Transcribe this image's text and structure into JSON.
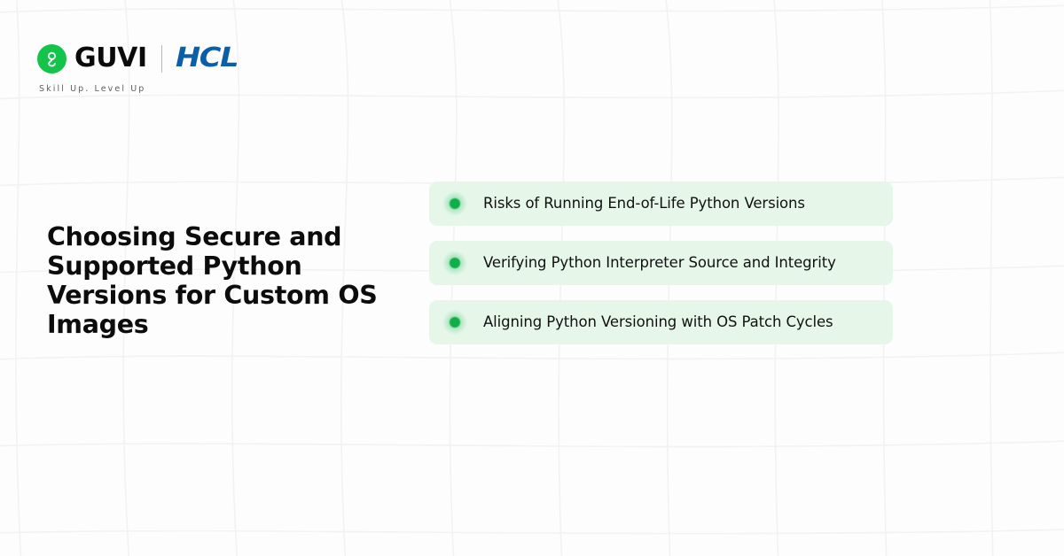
{
  "brand": {
    "guvi_logo_icon": "guvi-g-mark-icon",
    "guvi_name": "GUVI",
    "partner_name": "HCL",
    "tagline": "Skill Up. Level Up",
    "green": "#14c44a",
    "blue": "#0b5ea8"
  },
  "headline": "Choosing Secure and Supported Python Versions for Custom OS Images",
  "cards": [
    {
      "bullet_icon": "green-dot-icon",
      "label": "Risks of Running End-of-Life Python Versions"
    },
    {
      "bullet_icon": "green-dot-icon",
      "label": "Verifying Python Interpreter Source and Integrity"
    },
    {
      "bullet_icon": "green-dot-icon",
      "label": "Aligning Python Versioning with OS Patch Cycles"
    }
  ],
  "theme": {
    "background": "#fdfdfd",
    "grid_line": "#f2f2f2",
    "card_background": "#e6f7ea",
    "accent_green": "#0fae49",
    "text_dark": "#0c0c0c"
  }
}
